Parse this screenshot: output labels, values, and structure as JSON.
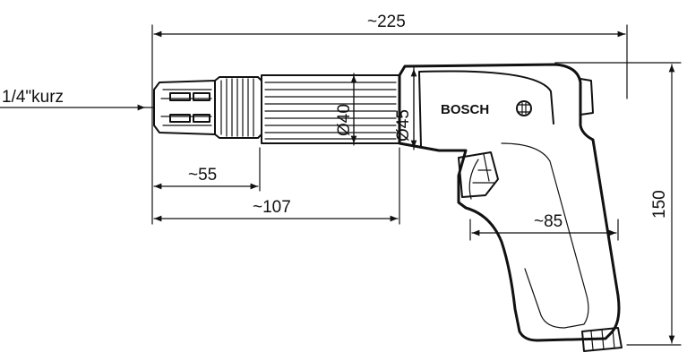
{
  "dimensions": {
    "overall_length": "~225",
    "height": "150",
    "shank": "1/4\"kurz",
    "chuck_length": "~55",
    "nose_length": "~107",
    "handle_depth": "~85",
    "diameter_40": "Ø40",
    "diameter_45": "Ø45"
  },
  "brand": {
    "name": "BOSCH"
  }
}
